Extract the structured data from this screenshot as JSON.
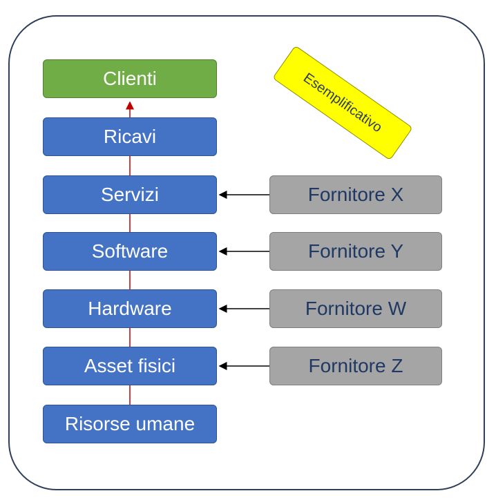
{
  "stack": [
    {
      "key": "clienti",
      "label": "Clienti"
    },
    {
      "key": "ricavi",
      "label": "Ricavi"
    },
    {
      "key": "servizi",
      "label": "Servizi"
    },
    {
      "key": "software",
      "label": "Software"
    },
    {
      "key": "hardware",
      "label": "Hardware"
    },
    {
      "key": "asset-fisici",
      "label": "Asset fisici"
    },
    {
      "key": "risorse-umane",
      "label": "Risorse umane"
    }
  ],
  "suppliers": [
    {
      "key": "fornitore-x",
      "label": "Fornitore X"
    },
    {
      "key": "fornitore-y",
      "label": "Fornitore Y"
    },
    {
      "key": "fornitore-w",
      "label": "Fornitore W"
    },
    {
      "key": "fornitore-z",
      "label": "Fornitore Z"
    }
  ],
  "tag": "Esemplificativo",
  "colors": {
    "stack_fill": "#4472c4",
    "top_fill": "#70ad47",
    "supplier_fill": "#a5a5a5",
    "tag_fill": "#ffff00",
    "spine_line": "#c00000",
    "supplier_arrow": "#000000"
  }
}
